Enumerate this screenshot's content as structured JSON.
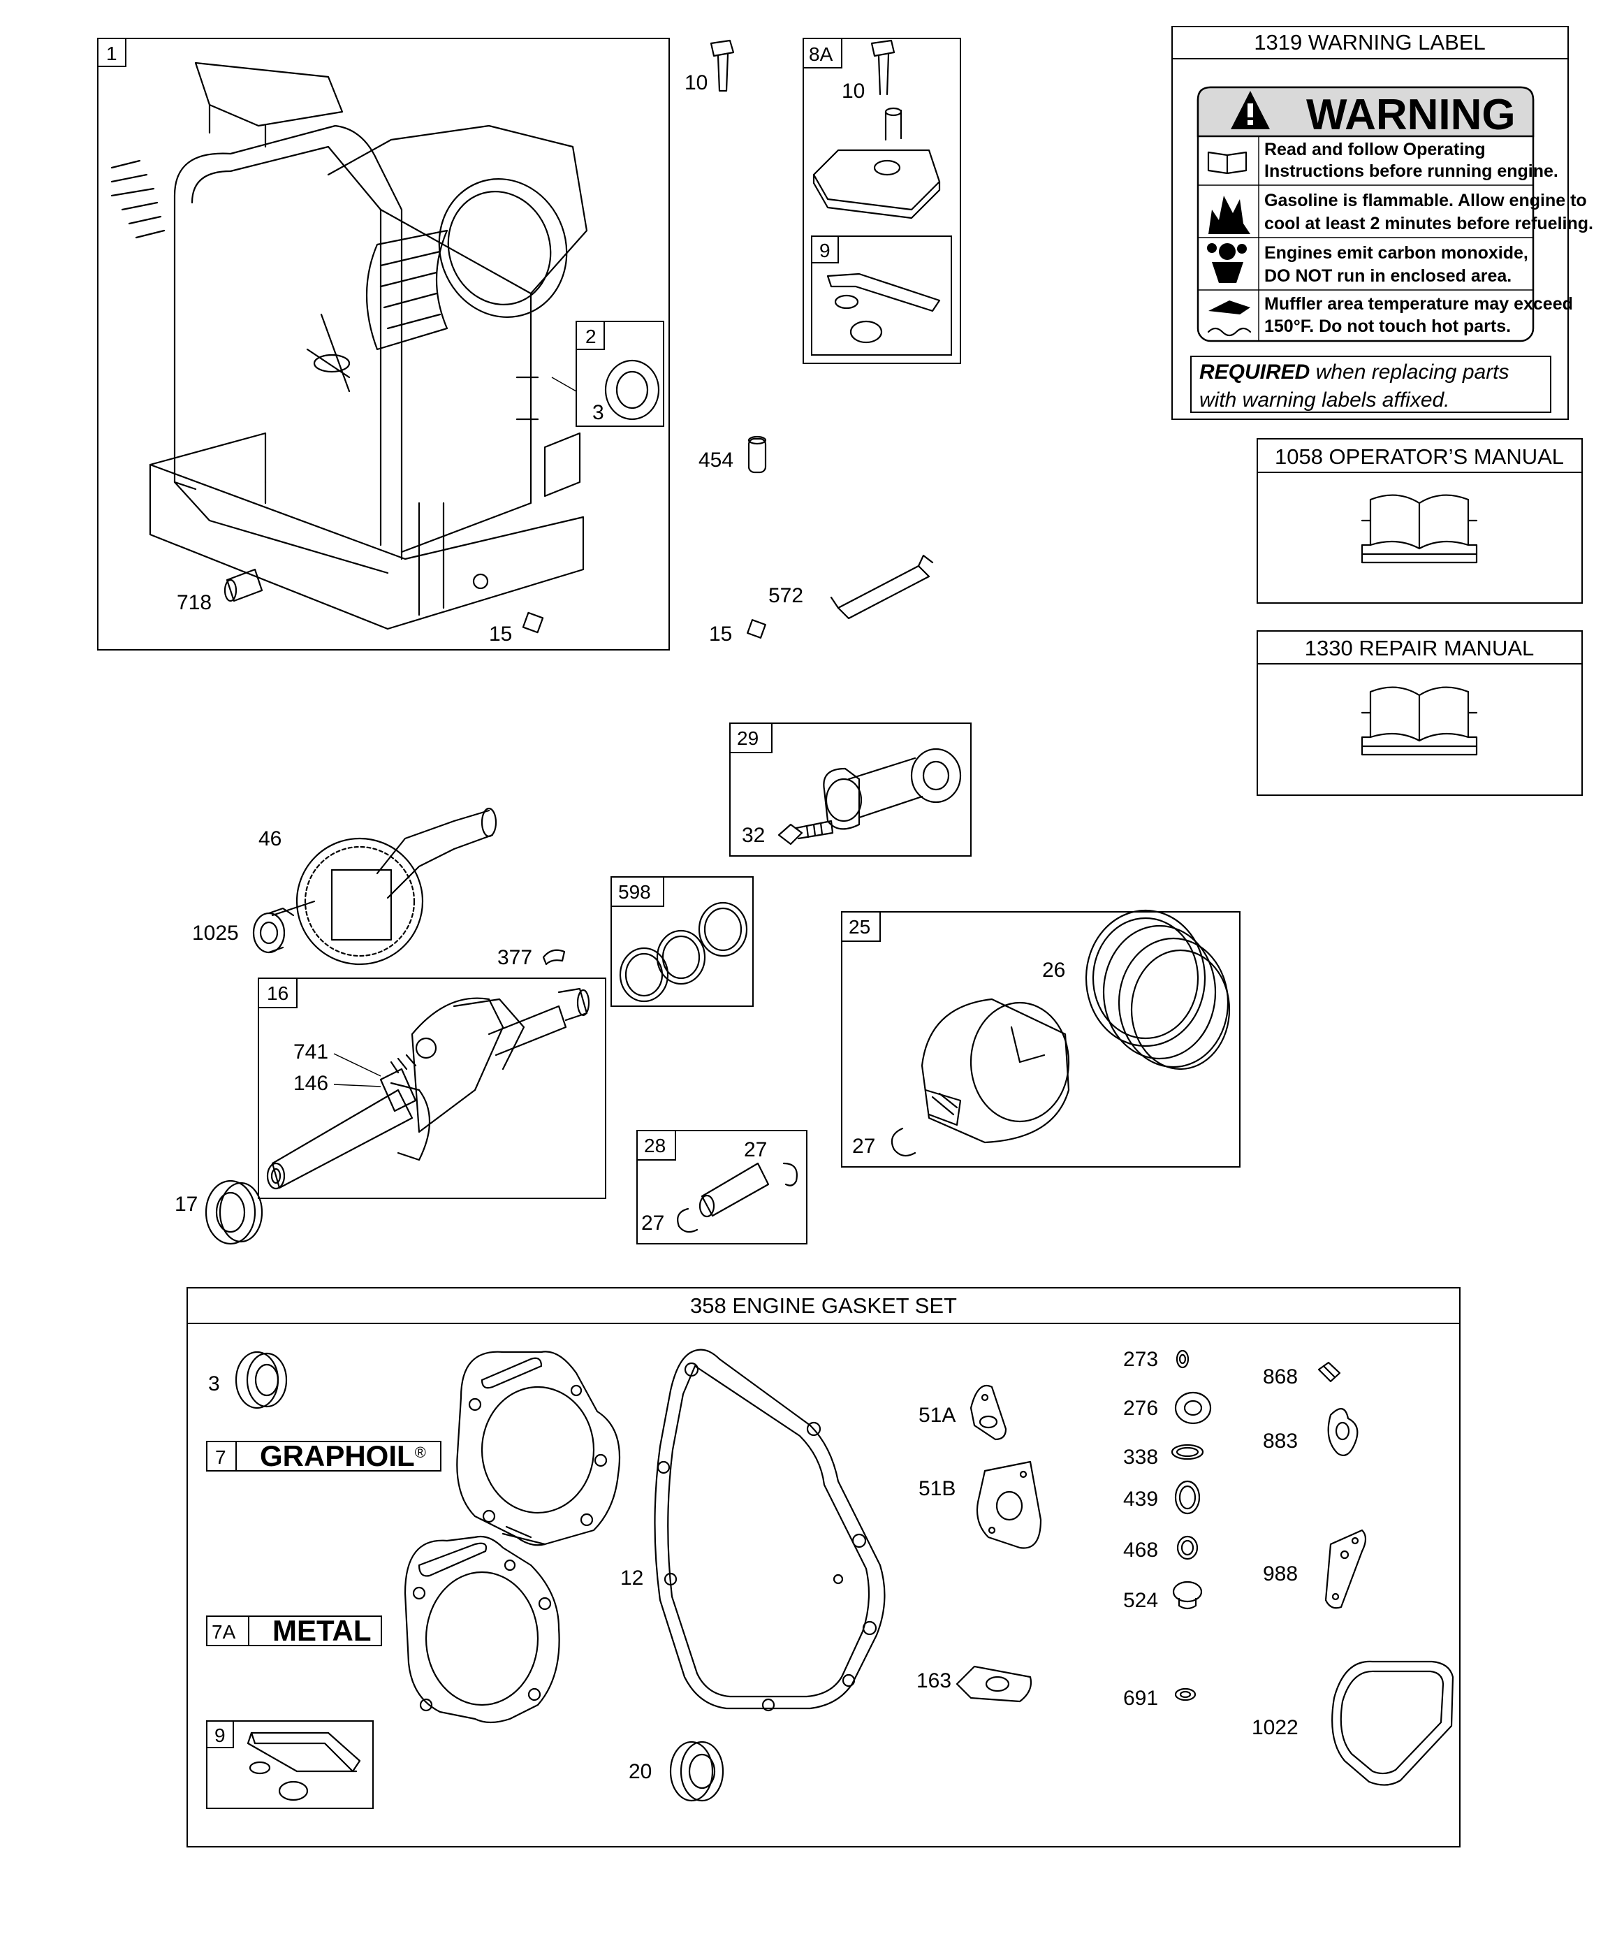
{
  "crankcase_group": {
    "label_1": "1",
    "label_2": "2",
    "label_3": "3",
    "label_718": "718",
    "label_15a": "15",
    "label_10a": "10",
    "label_8a": "8A",
    "label_10b": "10",
    "label_9a": "9",
    "label_454": "454",
    "label_572": "572",
    "label_15b": "15"
  },
  "warning_label": {
    "header": "1319 WARNING LABEL",
    "title": "WARNING",
    "lines": [
      "Read and follow Operating",
      "Instructions before running engine.",
      "Gasoline is flammable. Allow engine to",
      "cool at least 2 minutes before refueling.",
      "Engines emit carbon monoxide,",
      "DO NOT run in enclosed area.",
      "Muffler area temperature may exceed",
      "150°F.  Do not touch hot parts."
    ],
    "required_bold": "REQUIRED",
    "required_rest": " when replacing parts",
    "required_line2": "with warning labels affixed."
  },
  "manuals": {
    "operators": "1058 OPERATOR’S MANUAL",
    "repair": "1330 REPAIR MANUAL"
  },
  "rotating_group": {
    "label_29": "29",
    "label_32": "32",
    "label_46": "46",
    "label_1025": "1025",
    "label_377": "377",
    "label_598": "598",
    "label_16": "16",
    "label_741": "741",
    "label_146": "146",
    "label_17": "17",
    "label_25": "25",
    "label_26": "26",
    "label_27a": "27",
    "label_28": "28",
    "label_27b": "27",
    "label_27c": "27"
  },
  "gasket_set": {
    "header": "358 ENGINE GASKET SET",
    "label_3": "3",
    "label_7": "7",
    "graphoil": "GRAPHOIL",
    "registered": "®",
    "label_7a": "7A",
    "metal": "METAL",
    "label_9": "9",
    "label_12": "12",
    "label_20": "20",
    "label_51a": "51A",
    "label_51b": "51B",
    "label_163": "163",
    "label_273": "273",
    "label_276": "276",
    "label_338": "338",
    "label_439": "439",
    "label_468": "468",
    "label_524": "524",
    "label_691": "691",
    "label_868": "868",
    "label_883": "883",
    "label_988": "988",
    "label_1022": "1022"
  }
}
